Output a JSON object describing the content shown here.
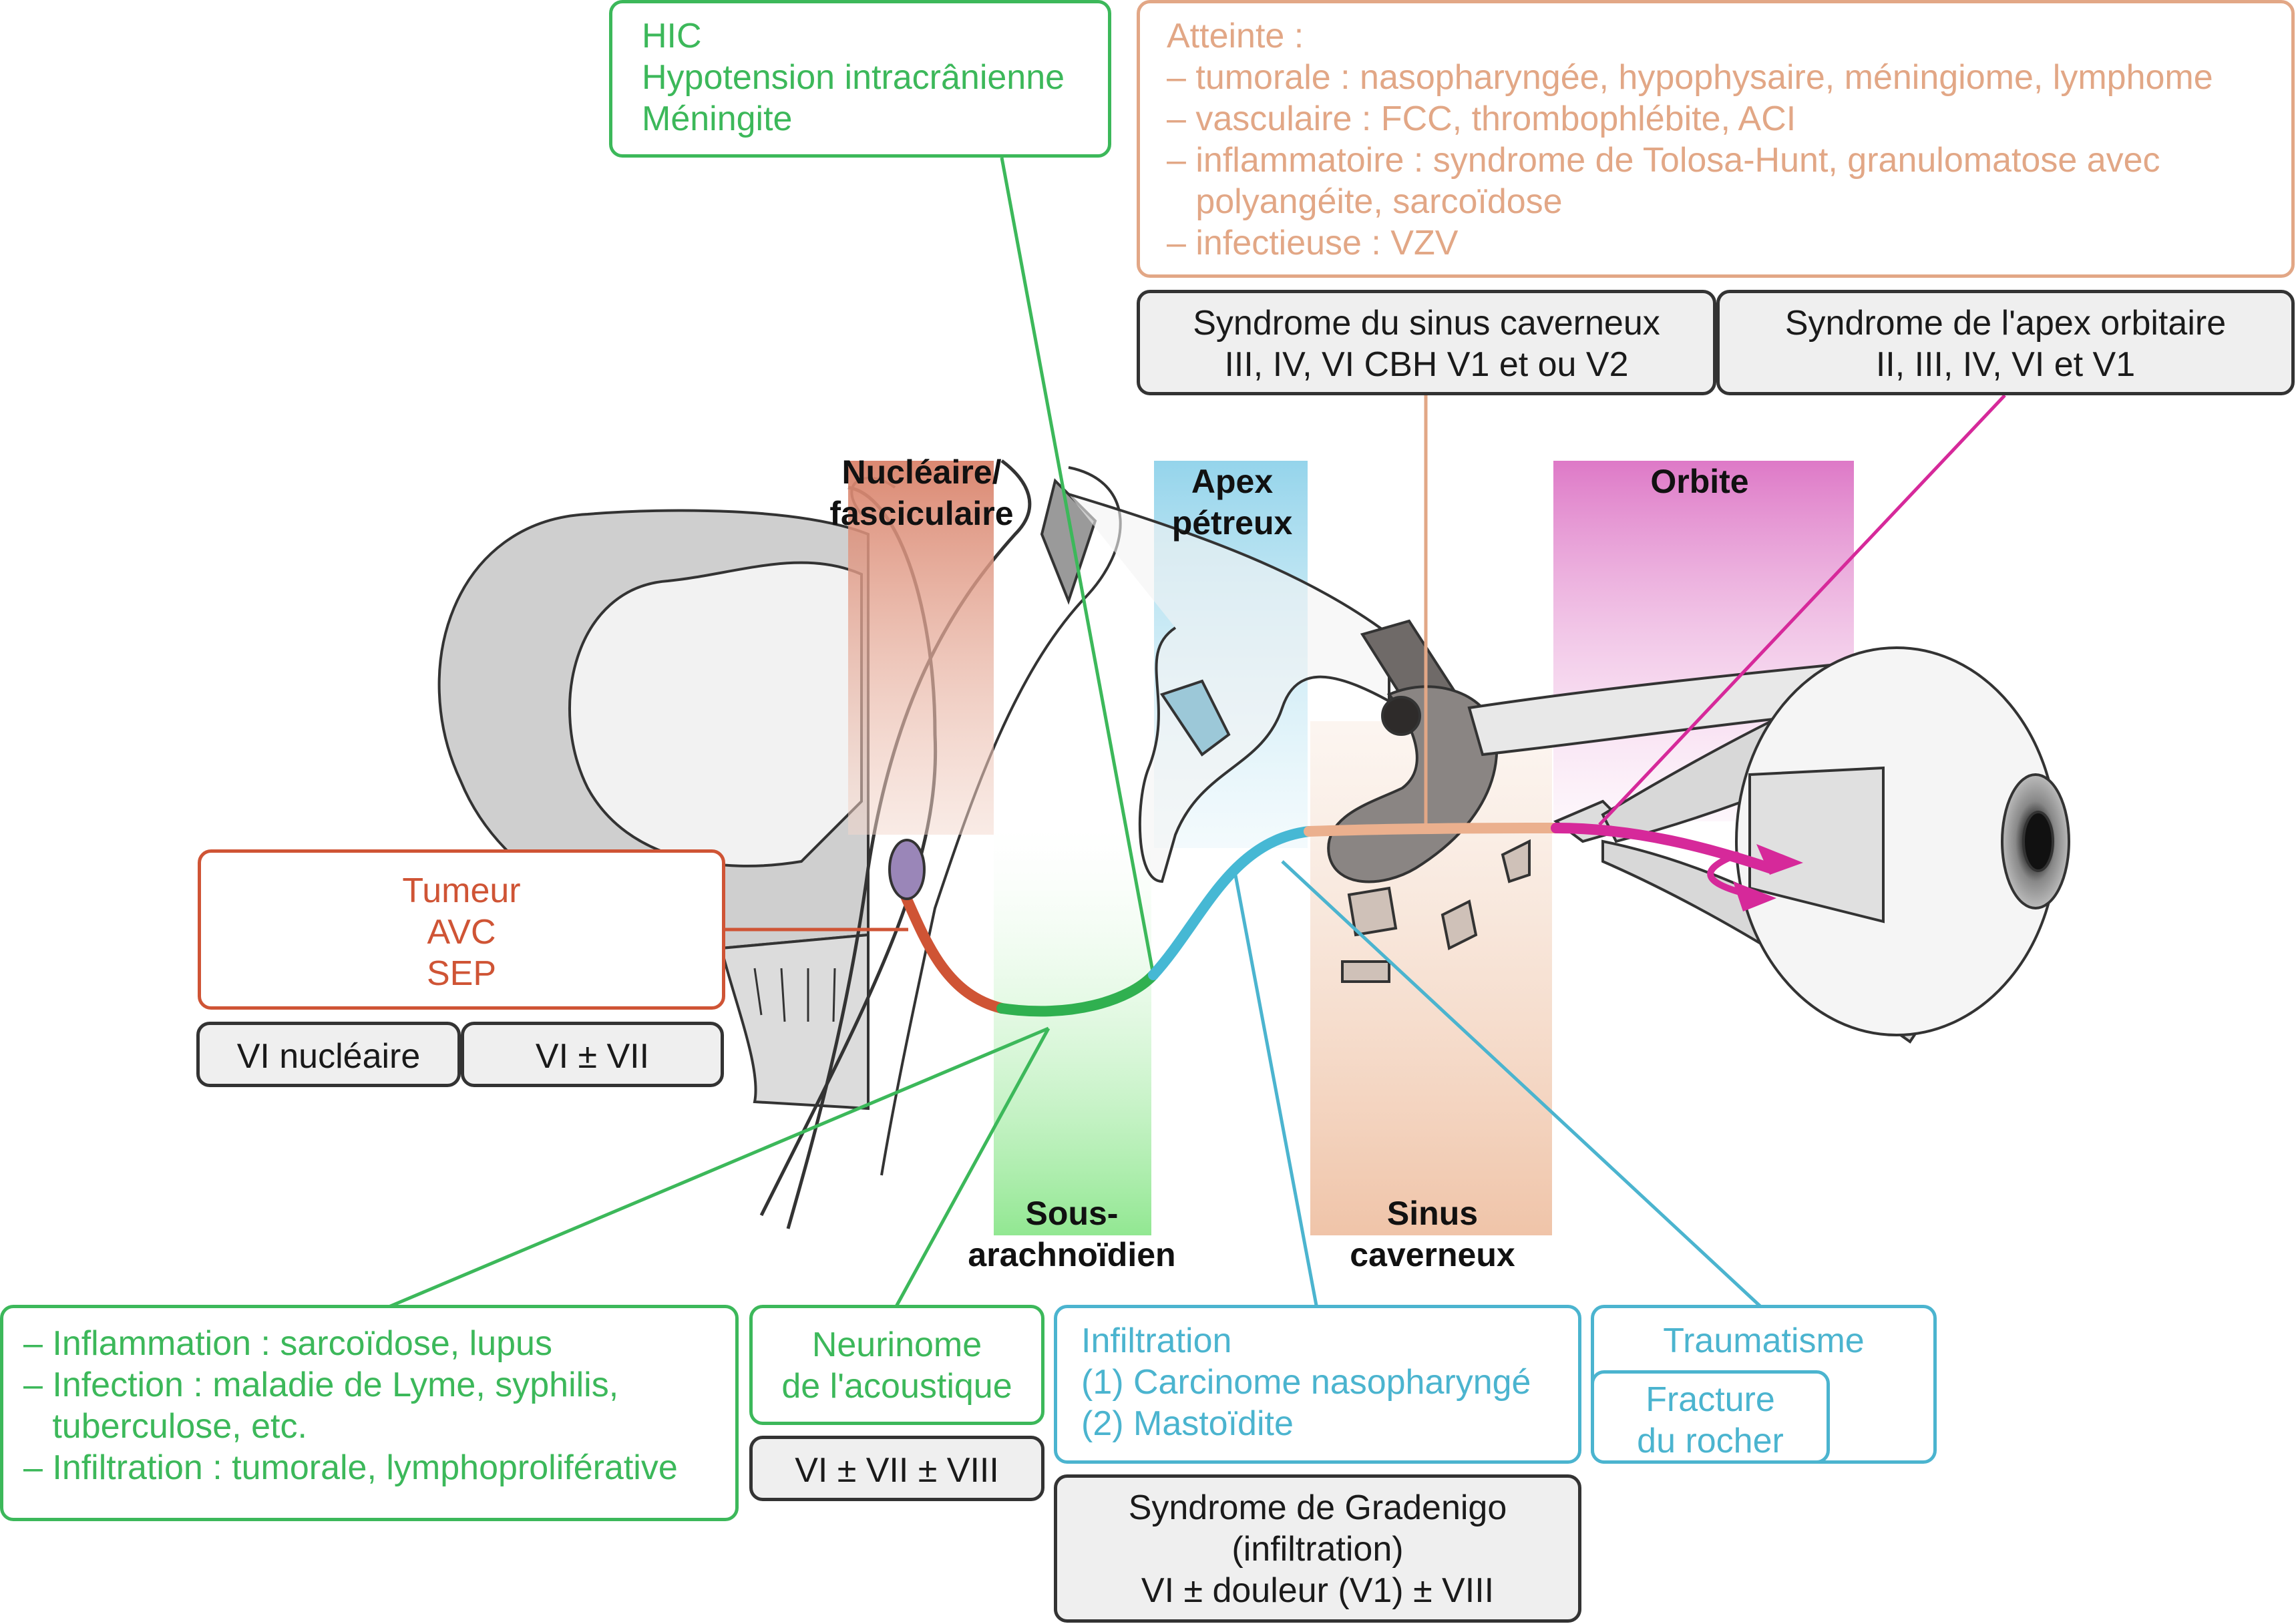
{
  "regions": {
    "nucleaire": "Nucléaire/\nfasciculaire",
    "apex": "Apex\npétreux",
    "orbite": "Orbite",
    "sous_arachnoidien": "Sous-\narachnoïdien",
    "sinus": "Sinus\ncaverneux"
  },
  "boxes": {
    "hic": "HIC\nHypotension intracrânienne\nMéningite",
    "atteinte": "Atteinte :\n– tumorale : nasopharyngée, hypophysaire, méningiome, lymphome\n– vasculaire : FCC, thrombophlébite, ACI\n– inflammatoire : syndrome de Tolosa-Hunt, granulomatose avec\n   polyangéite, sarcoïdose\n– infectieuse : VZV",
    "sinus_syndrome": "Syndrome du sinus caverneux\nIII, IV, VI CBH V1 et ou V2",
    "apex_syndrome": "Syndrome de l'apex orbitaire\nII, III, IV, VI et V1",
    "tumeur": "Tumeur\nAVC\nSEP",
    "vi_nucleaire": "VI nucléaire",
    "vi_vii": "VI ± VII",
    "inflammation": "– Inflammation : sarcoïdose, lupus\n– Infection : maladie de Lyme, syphilis,\n   tuberculose, etc.\n– Infiltration : tumorale, lymphoproliférative",
    "neurinome": "Neurinome\nde l'acoustique",
    "vi_vii_viii": "VI ± VII ± VIII",
    "infiltration": "Infiltration\n(1) Carcinome nasopharyngé\n(2) Mastoïdite",
    "traumatisme": "Traumatisme",
    "fracture": "Fracture\ndu rocher",
    "gradenigo": "Syndrome de Gradenigo\n(infiltration)\nVI ± douleur (V1) ± VIII"
  },
  "colors": {
    "green": "#3cb85a",
    "blue": "#4bb4cf",
    "salmon": "#e2a786",
    "red": "#cf5435",
    "magenta": "#d6299a",
    "gray_box": "#efefef"
  }
}
